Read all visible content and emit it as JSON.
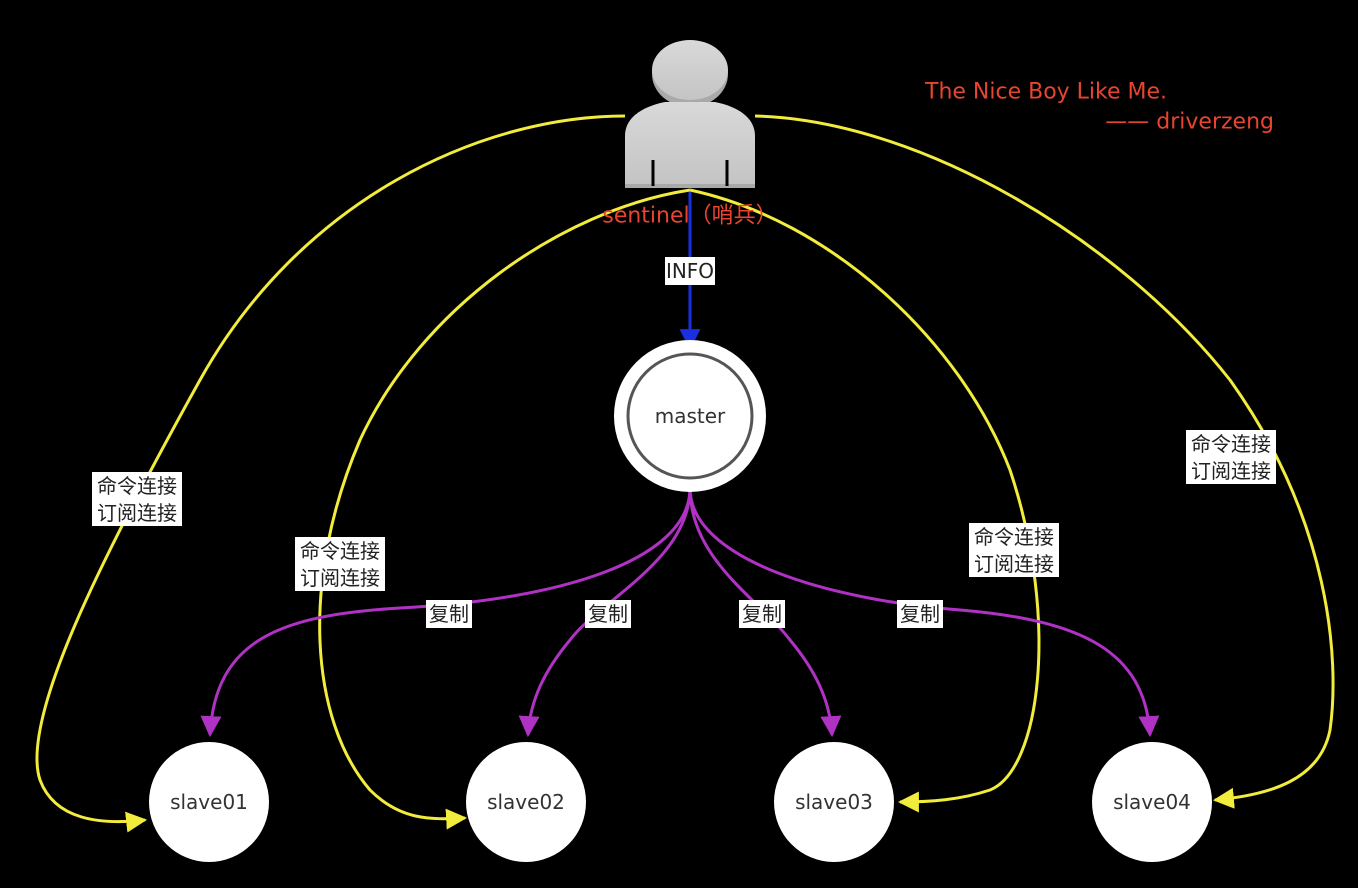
{
  "quote": {
    "line1": "The Nice Boy Like Me.",
    "line2": "—— driverzeng"
  },
  "sentinel": {
    "label": "sentinel（哨兵）"
  },
  "master": {
    "label": "master"
  },
  "slaves": [
    {
      "label": "slave01"
    },
    {
      "label": "slave02"
    },
    {
      "label": "slave03"
    },
    {
      "label": "slave04"
    }
  ],
  "edges": {
    "info_label": "INFO",
    "replicate_label": "复制",
    "connection_label_line1": "命令连接",
    "connection_label_line2": "订阅连接"
  },
  "colors": {
    "background": "#000000",
    "sentinel_to_slave": "#f2ec3c",
    "sentinel_to_master": "#1a2fe0",
    "master_to_slave": "#b032c4",
    "accent_text": "#e8442f"
  }
}
